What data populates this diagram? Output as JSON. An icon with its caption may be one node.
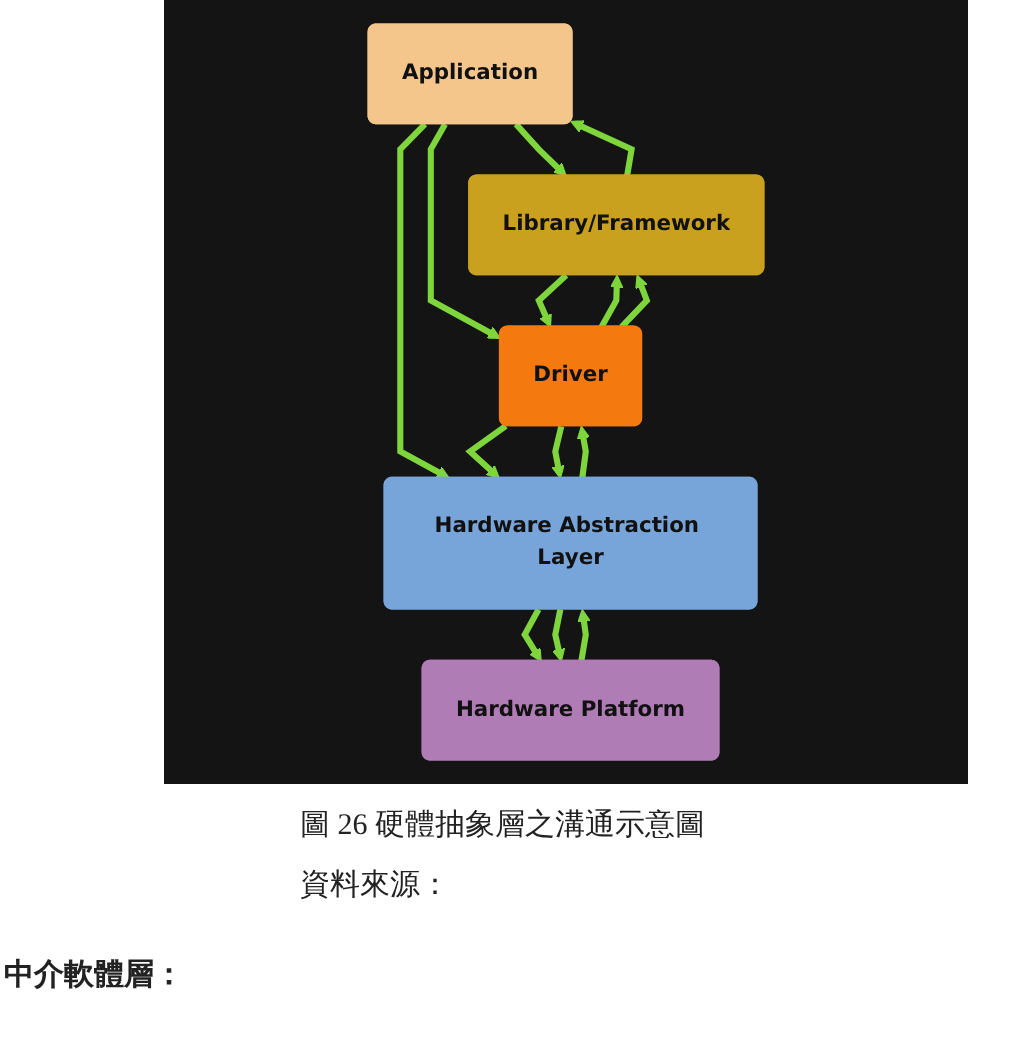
{
  "diagram": {
    "caption": "圖 26 硬體抽象層之溝通示意圖",
    "nodes": [
      {
        "text": [
          "Application"
        ]
      },
      {
        "text": [
          "Library/Framework"
        ]
      },
      {
        "text": [
          "Driver"
        ]
      },
      {
        "text": [
          "Hardware Abstraction Layer"
        ]
      },
      {
        "text": [
          "Hardware Platform"
        ]
      }
    ],
    "edges": [
      {
        "from": 0,
        "to": 1,
        "arrow": "to"
      },
      {
        "from": 1,
        "to": 0,
        "arrow": "to"
      },
      {
        "from": 0,
        "to": 3,
        "arrow": "to"
      },
      {
        "from": 0,
        "to": 2,
        "arrow": "to"
      },
      {
        "from": 1,
        "to": 2,
        "arrow": "to"
      },
      {
        "from": 2,
        "to": 1,
        "arrow": "to"
      },
      {
        "from": 2,
        "to": 1,
        "arrow": "to"
      },
      {
        "from": 2,
        "to": 3,
        "arrow": "to"
      },
      {
        "from": 3,
        "to": 2,
        "arrow": "to"
      },
      {
        "from": 2,
        "to": 3,
        "arrow": "to"
      },
      {
        "from": 3,
        "to": 4,
        "arrow": "to"
      },
      {
        "from": 4,
        "to": 3,
        "arrow": "to"
      },
      {
        "from": 3,
        "to": 4,
        "arrow": "to"
      }
    ],
    "labels": [
      "資料來源：",
      "中介軟體層："
    ]
  }
}
